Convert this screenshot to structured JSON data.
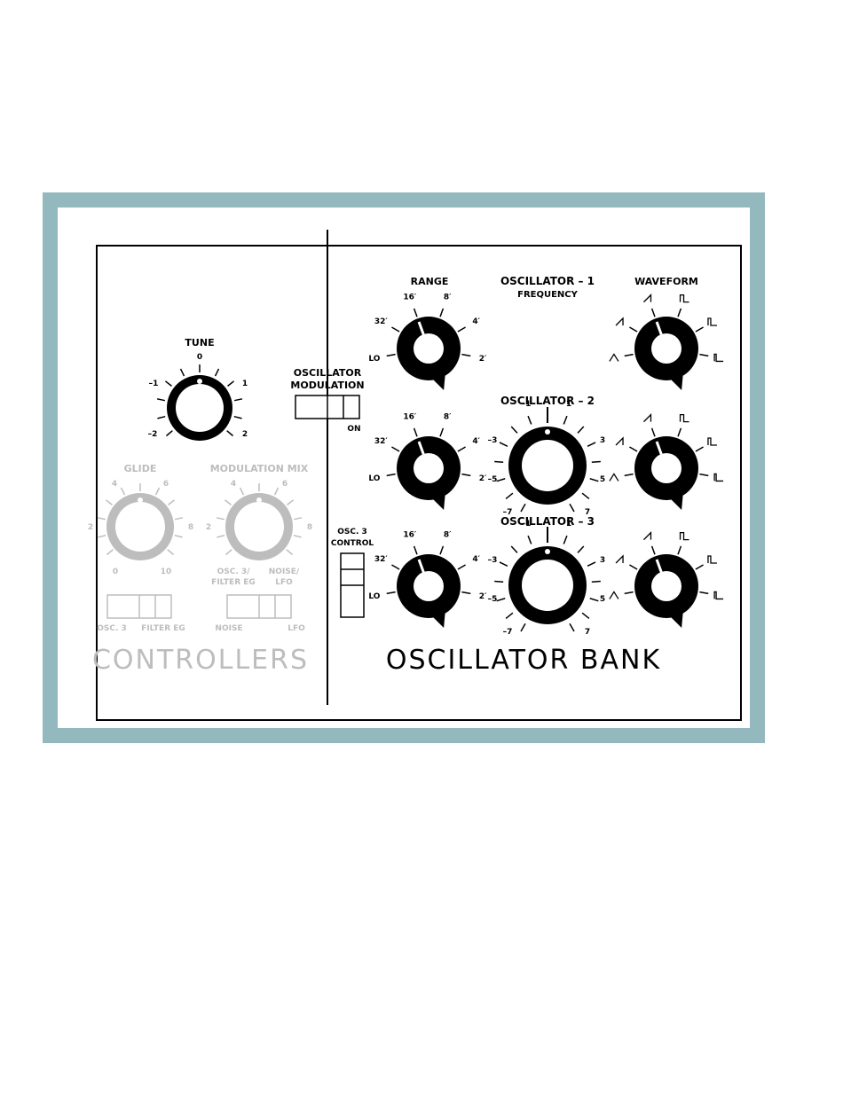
{
  "controllers": {
    "section_title": "CONTROLLERS",
    "tune": {
      "label": "TUNE",
      "scale": [
        "0",
        "–1",
        "1",
        "–2",
        "2"
      ]
    },
    "glide": {
      "label": "GLIDE",
      "scale": [
        "4",
        "6",
        "2",
        "8",
        "0",
        "10"
      ]
    },
    "modulation_mix": {
      "label": "MODULATION MIX",
      "scale": [
        "4",
        "6",
        "2",
        "8"
      ],
      "left_line1": "OSC. 3/",
      "left_line2": "FILTER EG",
      "right_line1": "NOISE/",
      "right_line2": "LFO"
    },
    "switch_osc3_filter": {
      "left": "OSC. 3",
      "right": "FILTER EG"
    },
    "switch_noise_lfo": {
      "left": "NOISE",
      "right": "LFO"
    }
  },
  "osc_modulation": {
    "line1": "OSCILLATOR",
    "line2": "MODULATION",
    "on_label": "ON"
  },
  "osc3_control": {
    "line1": "OSC. 3",
    "line2": "CONTROL"
  },
  "oscillator_bank": {
    "section_title": "OSCILLATOR BANK",
    "range_label": "RANGE",
    "range_scale": [
      "LO",
      "32′",
      "16′",
      "8′",
      "4′",
      "2′"
    ],
    "waveform_label": "WAVEFORM",
    "osc1_title": "OSCILLATOR – 1",
    "osc1_subtitle": "FREQUENCY",
    "osc2_title": "OSCILLATOR – 2",
    "osc3_title": "OSCILLATOR – 3",
    "freq_scale": [
      "–1",
      "1",
      "–3",
      "3",
      "–5",
      "5",
      "–7",
      "7"
    ]
  },
  "colors": {
    "frame": "#93b8bd",
    "ink": "#000000",
    "disabled": "#bdbdbd"
  }
}
